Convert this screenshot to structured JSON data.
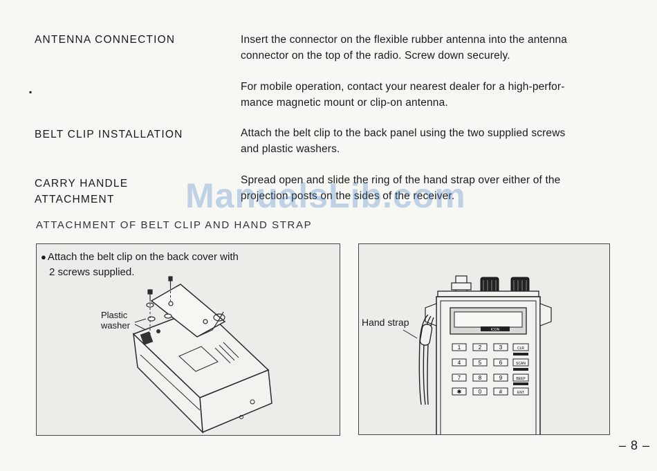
{
  "sections": [
    {
      "heading": [
        "ANTENNA CONNECTION"
      ],
      "paragraphs": [
        [
          "Insert the connector on the flexible rubber antenna into the antenna",
          "connector on the top of the radio. Screw down securely."
        ],
        [
          "For mobile operation, contact your nearest dealer for a high-perfor-",
          "mance magnetic mount or clip-on antenna."
        ]
      ]
    },
    {
      "heading": [
        "BELT CLIP INSTALLATION"
      ],
      "paragraphs": [
        [
          "Attach the belt clip to the back panel using the two supplied screws",
          "and plastic washers."
        ]
      ]
    },
    {
      "heading": [
        "CARRY HANDLE",
        "ATTACHMENT"
      ],
      "paragraphs": [
        [
          "Spread open and slide the ring of the hand strap over either of the",
          "projection posts on the sides of the receiver."
        ]
      ]
    }
  ],
  "figure_section_title": "ATTACHMENT OF BELT CLIP AND HAND STRAP",
  "figure_left": {
    "caption": [
      "Attach the belt clip on the back cover with",
      "2 screws supplied."
    ],
    "label_washer": [
      "Plastic",
      "washer"
    ]
  },
  "figure_right": {
    "label_strap": "Hand strap",
    "keypad": [
      "1",
      "2",
      "3",
      "CLR",
      "4",
      "5",
      "6",
      "SCAN",
      "7",
      "8",
      "9",
      "BEEP",
      "✱",
      "0",
      "#",
      "ENT"
    ],
    "display_text": "ICON"
  },
  "watermark": "ManualsLib.com",
  "page_number": "– 8 –"
}
